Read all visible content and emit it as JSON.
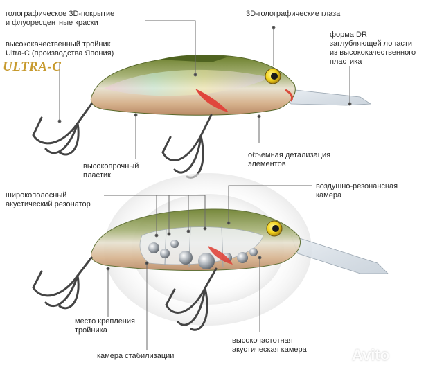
{
  "labels": {
    "holo_coating": "голографическое 3D-покрытие\nи флуоресцентные краски",
    "eyes": "3D-голографические глаза",
    "hook": "высококачественный тройник\nUltra-C (производства Япония)",
    "lip": "форма DR\nзаглубляющей лопасти\nиз высококачественного\nпластика",
    "plastic": "высокопрочный\nпластик",
    "detail": "объемная детализация\nэлементов",
    "resonator": "широкополосный\nакустический резонатор",
    "air_chamber": "воздушно-резонансная\nкамера",
    "hook_mount": "место крепления\nтройника",
    "stab_chamber": "камера стабилизации",
    "hf_chamber": "высокочастотная\nакустическая камера"
  },
  "brand": {
    "logo": "ULTRA-C",
    "watermark": "Avito"
  },
  "colors": {
    "logo": "#c79a2e",
    "body_top": "#7b8f3a",
    "body_belly": "#d9c2a0",
    "gill": "#e0463c",
    "eye": "#f2d21b"
  }
}
